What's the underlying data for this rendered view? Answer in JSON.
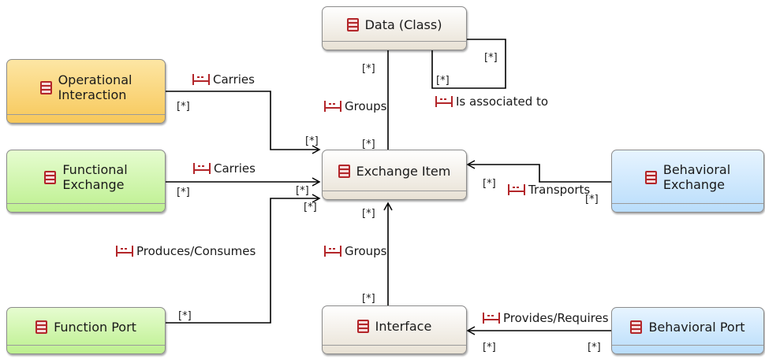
{
  "nodes": {
    "data_class": {
      "title": "Data (Class)"
    },
    "operational_interaction": {
      "title_line1": "Operational",
      "title_line2": "Interaction"
    },
    "exchange_item": {
      "title": "Exchange Item"
    },
    "functional_exchange": {
      "title_line1": "Functional",
      "title_line2": "Exchange"
    },
    "behavioral_exchange": {
      "title_line1": "Behavioral",
      "title_line2": "Exchange"
    },
    "function_port": {
      "title": "Function Port"
    },
    "interface": {
      "title": "Interface"
    },
    "behavioral_port": {
      "title": "Behavioral Port"
    }
  },
  "relations": {
    "carries_operational": "Carries",
    "carries_functional": "Carries",
    "groups_data": "Groups",
    "is_associated_to": "Is associated to",
    "transports": "Transports",
    "produces_consumes": "Produces/Consumes",
    "groups_interface": "Groups",
    "provides_requires": "Provides/Requires"
  },
  "multiplicity": "[*]",
  "colors": {
    "operational": "#f7c85a",
    "functional": "#bdf08f",
    "behavioral": "#b9ddfb",
    "class": "#e8e1d4",
    "icon": "#b3262a"
  }
}
